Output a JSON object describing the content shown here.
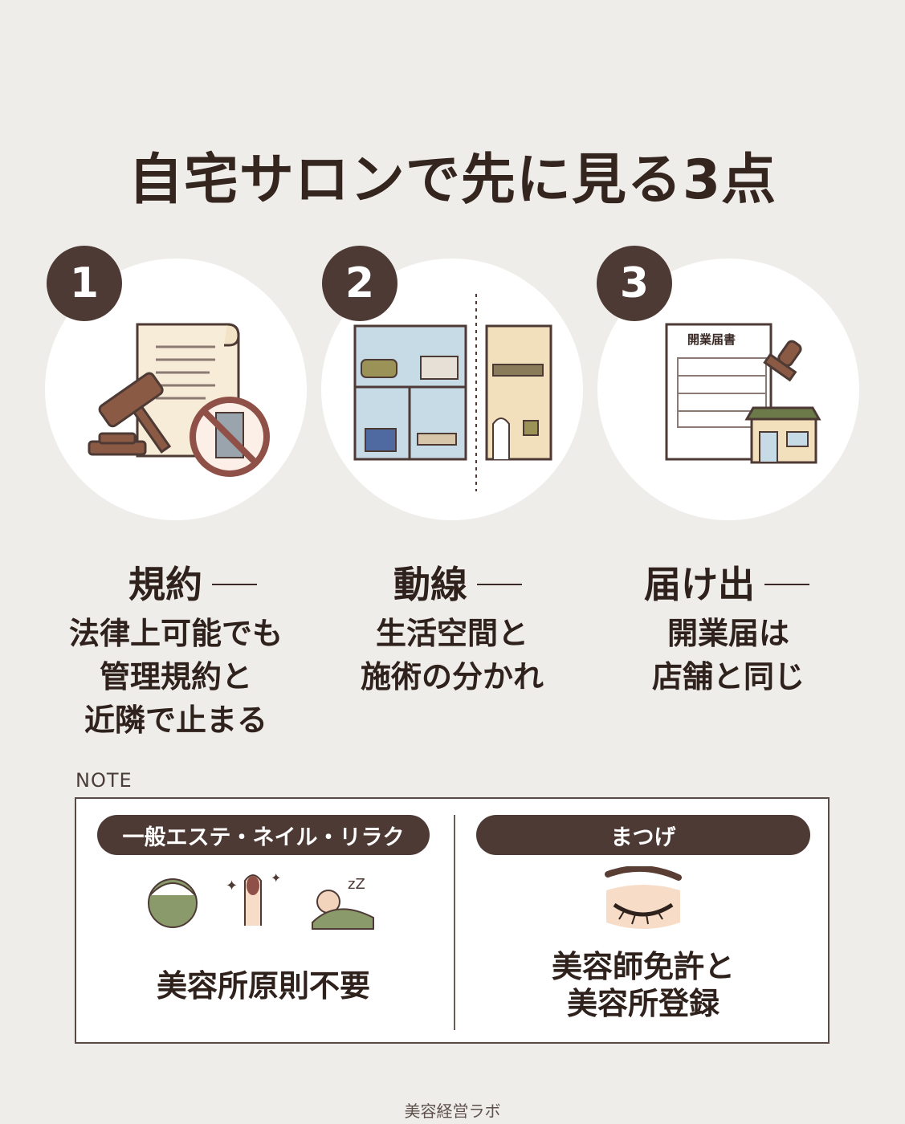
{
  "title": "自宅サロンで先に見る3点",
  "items": [
    {
      "number": "1",
      "heading": "規約",
      "lines": [
        "法律上可能でも",
        "管理規約と",
        "近隣で止まる"
      ]
    },
    {
      "number": "2",
      "heading": "動線",
      "lines": [
        "生活空間と",
        "施術の分かれ"
      ]
    },
    {
      "number": "3",
      "heading": "届け出",
      "lines": [
        "開業届は",
        "店舗と同じ"
      ],
      "doc_label": "開業届書"
    }
  ],
  "note": {
    "label": "NOTE",
    "left": {
      "pill": "一般エステ・ネイル・リラク",
      "text": "美容所原則不要"
    },
    "right": {
      "pill": "まつげ",
      "lines": [
        "美容師免許と",
        "美容所登録"
      ]
    }
  },
  "footer": "美容経営ラボ",
  "colors": {
    "background": "#efedea",
    "accent": "#4e3a35",
    "circle": "#ffffff"
  }
}
